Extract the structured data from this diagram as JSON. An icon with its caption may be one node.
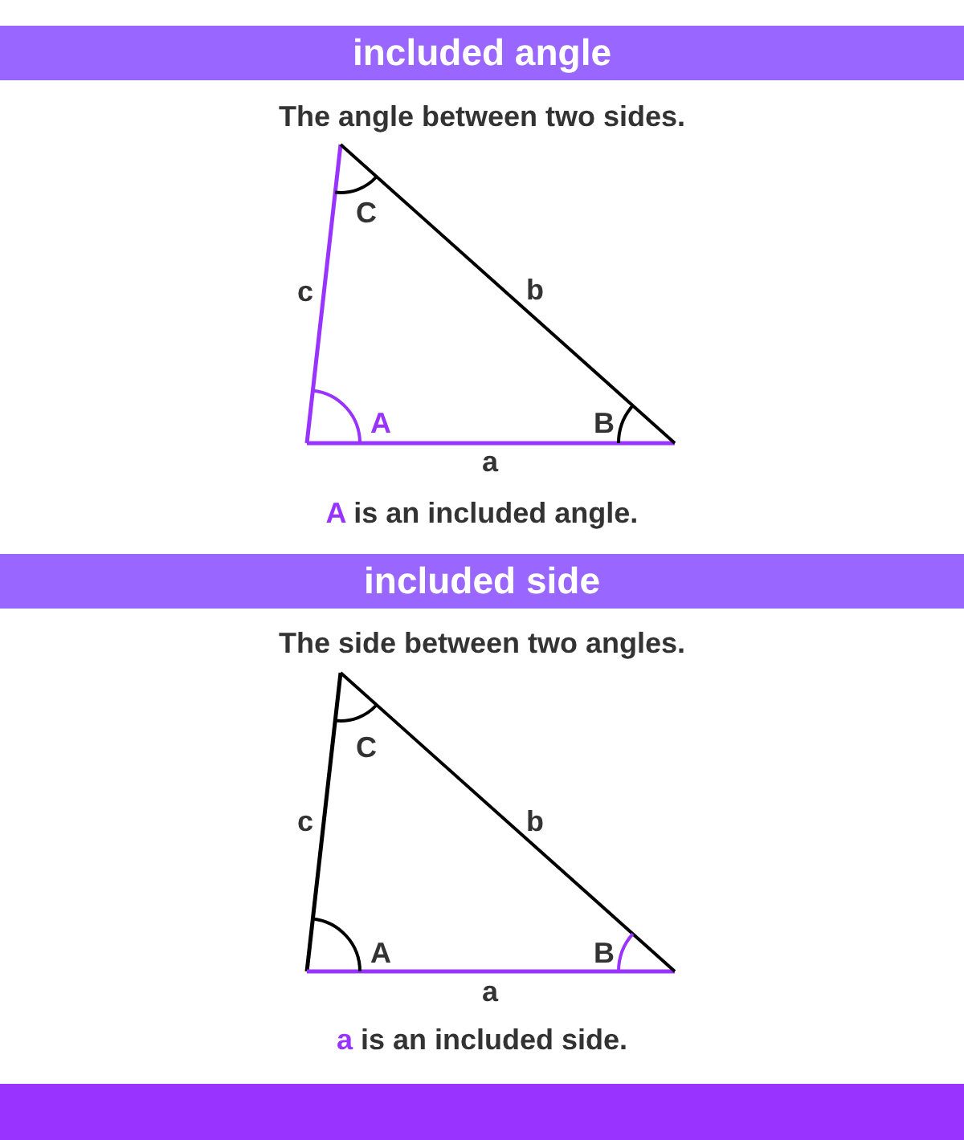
{
  "diagram": {
    "labels": [
      "included angle",
      "The angle between two sides.",
      "C",
      "c",
      "b",
      "A",
      "B",
      "a",
      "A is an included angle.",
      "included side",
      "The side between two angles.",
      "C",
      "c",
      "b",
      "A",
      "B",
      "a",
      "a is an included side."
    ]
  }
}
